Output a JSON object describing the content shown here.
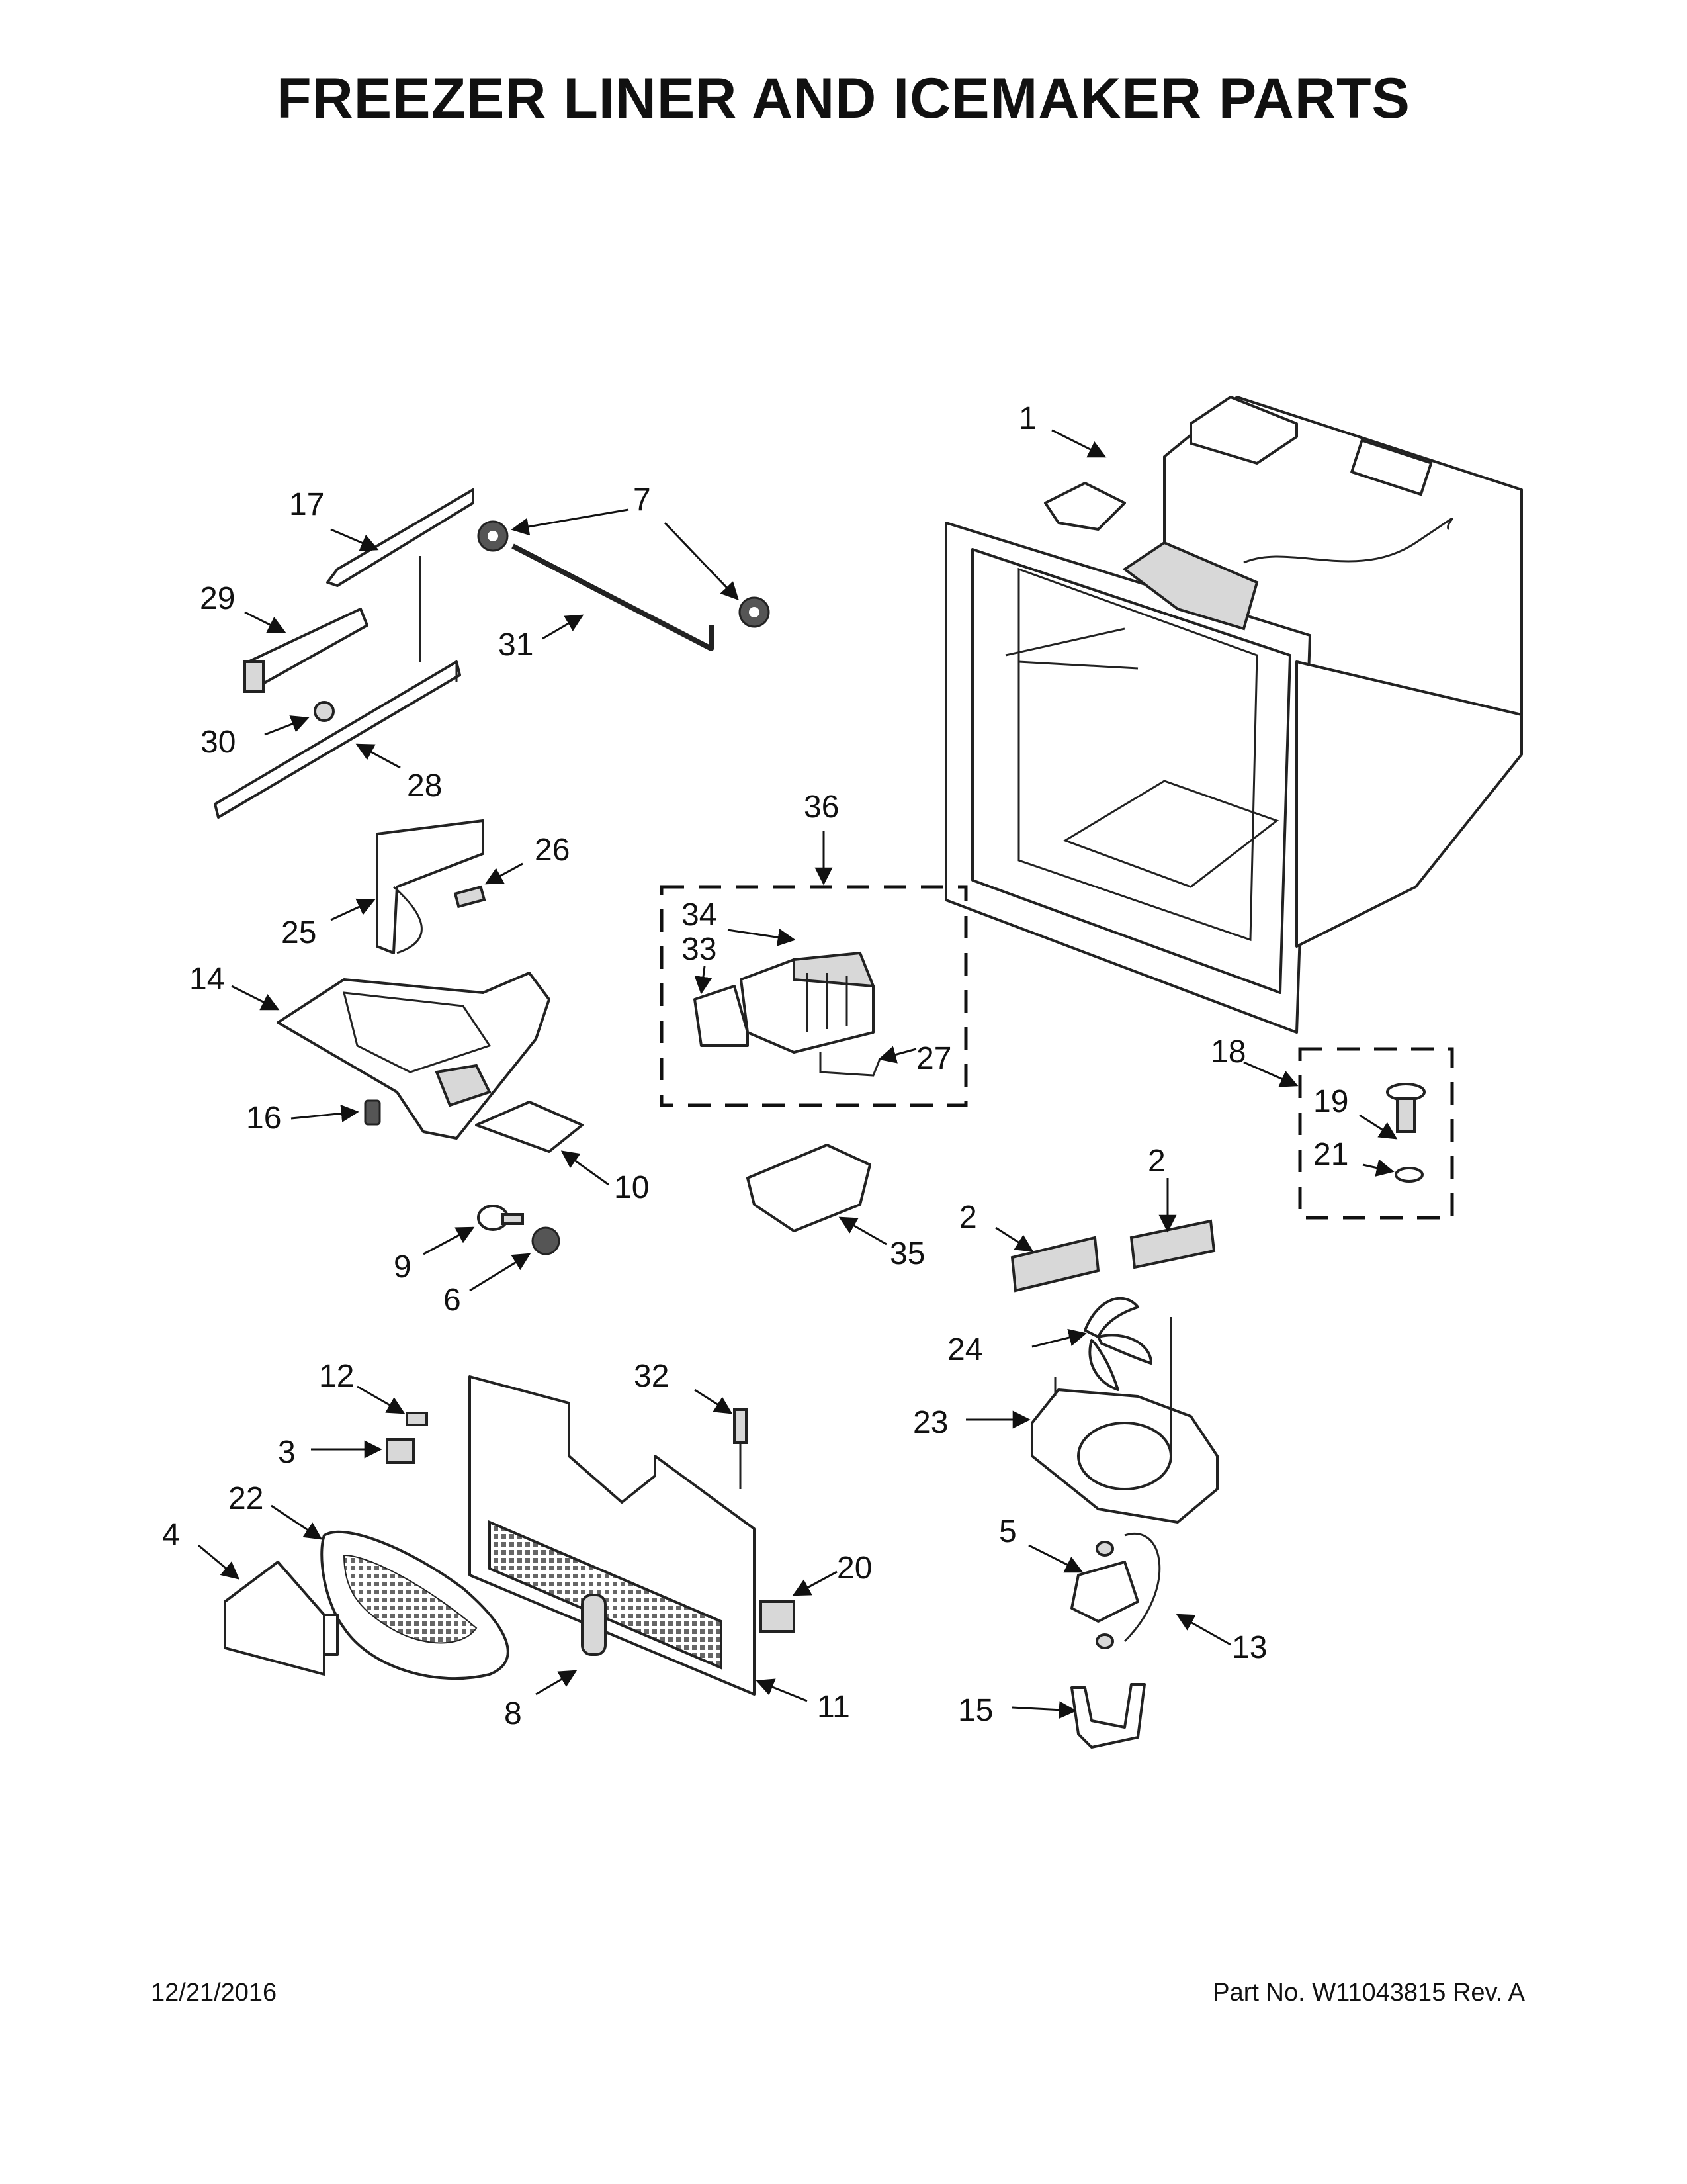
{
  "title": "FREEZER LINER AND ICEMAKER PARTS",
  "footer": {
    "date": "12/21/2016",
    "part_number": "Part No.  W11043815   Rev.  A"
  },
  "callouts": {
    "c1": "1",
    "c2a": "2",
    "c2b": "2",
    "c3": "3",
    "c4": "4",
    "c5": "5",
    "c6": "6",
    "c7": "7",
    "c8": "8",
    "c9": "9",
    "c10": "10",
    "c11": "11",
    "c12": "12",
    "c13": "13",
    "c14": "14",
    "c15": "15",
    "c16": "16",
    "c17": "17",
    "c18": "18",
    "c19": "19",
    "c20": "20",
    "c21": "21",
    "c22": "22",
    "c23": "23",
    "c24": "24",
    "c25": "25",
    "c26": "26",
    "c27": "27",
    "c28": "28",
    "c29": "29",
    "c30": "30",
    "c31": "31",
    "c32": "32",
    "c33": "33",
    "c34": "34",
    "c35": "35",
    "c36": "36"
  }
}
